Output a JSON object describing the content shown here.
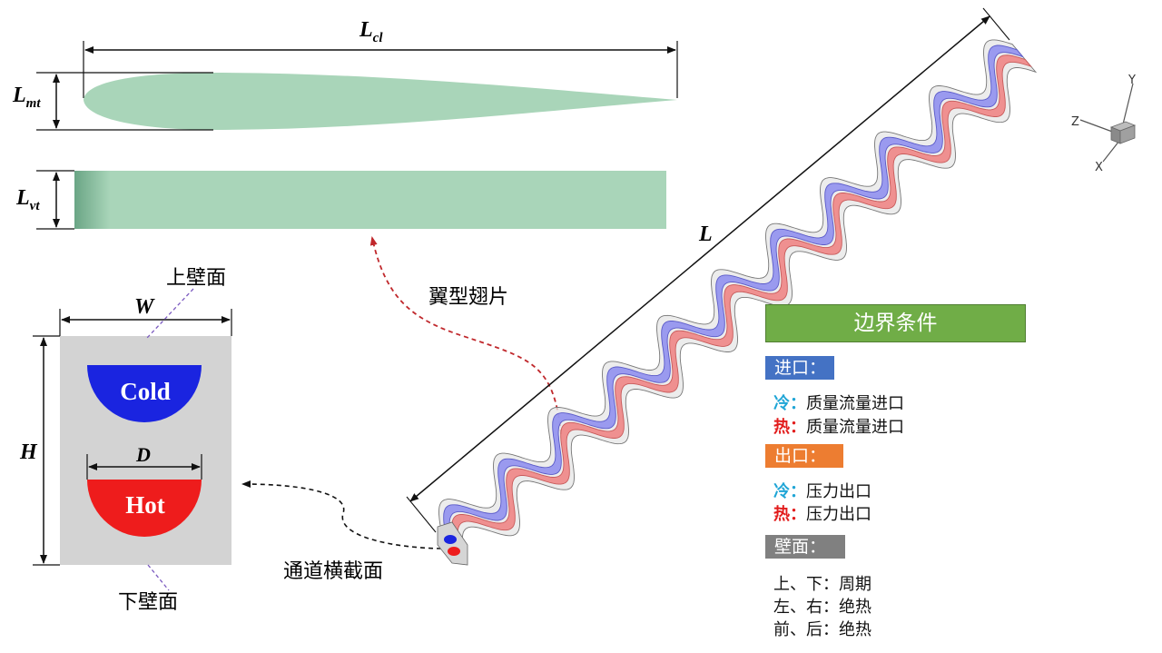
{
  "labels": {
    "chord_length": "L",
    "chord_sub": "cl",
    "max_thickness": "L",
    "max_thickness_sub": "mt",
    "vertical_thickness": "L",
    "vertical_thickness_sub": "vt",
    "total_length": "L",
    "airfoil_fin": "翼型翅片",
    "channel_cross_section": "通道横截面",
    "upper_wall": "上壁面",
    "lower_wall": "下壁面",
    "width": "W",
    "height": "H",
    "diameter": "D",
    "cold": "Cold",
    "hot": "Hot"
  },
  "axes": {
    "x": "X",
    "y": "Y",
    "z": "Z"
  },
  "boundary": {
    "title": "边界条件",
    "inlet": {
      "header": "进口：",
      "cold_key": "冷：",
      "cold_value": "质量流量进口",
      "hot_key": "热：",
      "hot_value": "质量流量进口"
    },
    "outlet": {
      "header": "出口：",
      "cold_key": "冷：",
      "cold_value": "压力出口",
      "hot_key": "热：",
      "hot_value": "压力出口"
    },
    "wall": {
      "header": "壁面：",
      "line1_key": "上、下：",
      "line1_value": "周期",
      "line2_key": "左、右：",
      "line2_value": "绝热",
      "line3_key": "前、后：",
      "line3_value": "绝热"
    }
  },
  "colors": {
    "fin": "#a9d5b9",
    "channel_bg": "#d3d3d3",
    "cold": "#1a24e0",
    "hot": "#ee1c1c",
    "title_green": "#70ad47",
    "inlet_blue": "#4472c4",
    "outlet_orange": "#ed7d31",
    "wall_gray": "#808080",
    "cold_key": "#1fa5d6",
    "hot_key": "#e21c1c"
  }
}
